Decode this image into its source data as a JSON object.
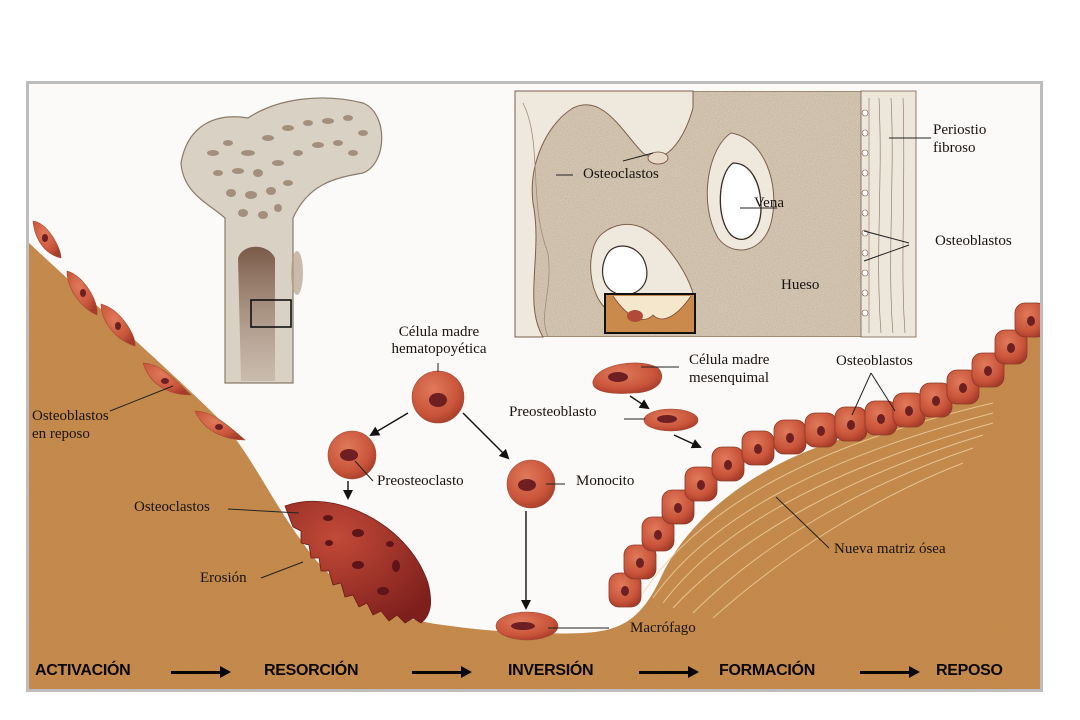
{
  "figure": {
    "title": "Ciclo de remodelado óseo",
    "colors": {
      "bone": "#c98a4b",
      "bone_dark": "#a86a33",
      "cell": "#c85a3c",
      "cell_nucleus": "#6e1f22",
      "osteoclast": "#9c2c24",
      "cortex_gray": "#d9d2c4",
      "frame_border": "#bdbdbd"
    }
  },
  "inset_histology": {
    "labels": {
      "osteoclastos": "Osteoclastos",
      "vena": "Vena",
      "hueso": "Hueso",
      "periostio": "Periostio\nfibroso",
      "periostio_line1": "Periostio",
      "periostio_line2": "fibroso",
      "osteoblastos": "Osteoblastos"
    }
  },
  "femur": {
    "icon": "femur-bone-illustration"
  },
  "labels": {
    "osteoblastos_reposo_1": "Osteoblastos",
    "osteoblastos_reposo_2": "en reposo",
    "celula_hema_1": "Célula madre",
    "celula_hema_2": "hematopoyética",
    "preosteoclasto": "Preosteoclasto",
    "monocito": "Monocito",
    "osteoclastos": "Osteoclastos",
    "erosion": "Erosión",
    "macrofago": "Macrófago",
    "celula_mes_1": "Célula madre",
    "celula_mes_2": "mesenquimal",
    "preosteoblasto": "Preosteoblasto",
    "osteoblastos": "Osteoblastos",
    "nueva_matriz": "Nueva matriz ósea"
  },
  "stages": [
    {
      "label": "ACTIVACIÓN"
    },
    {
      "label": "RESORCIÓN"
    },
    {
      "label": "INVERSIÓN"
    },
    {
      "label": "FORMACIÓN"
    },
    {
      "label": "REPOSO"
    }
  ]
}
